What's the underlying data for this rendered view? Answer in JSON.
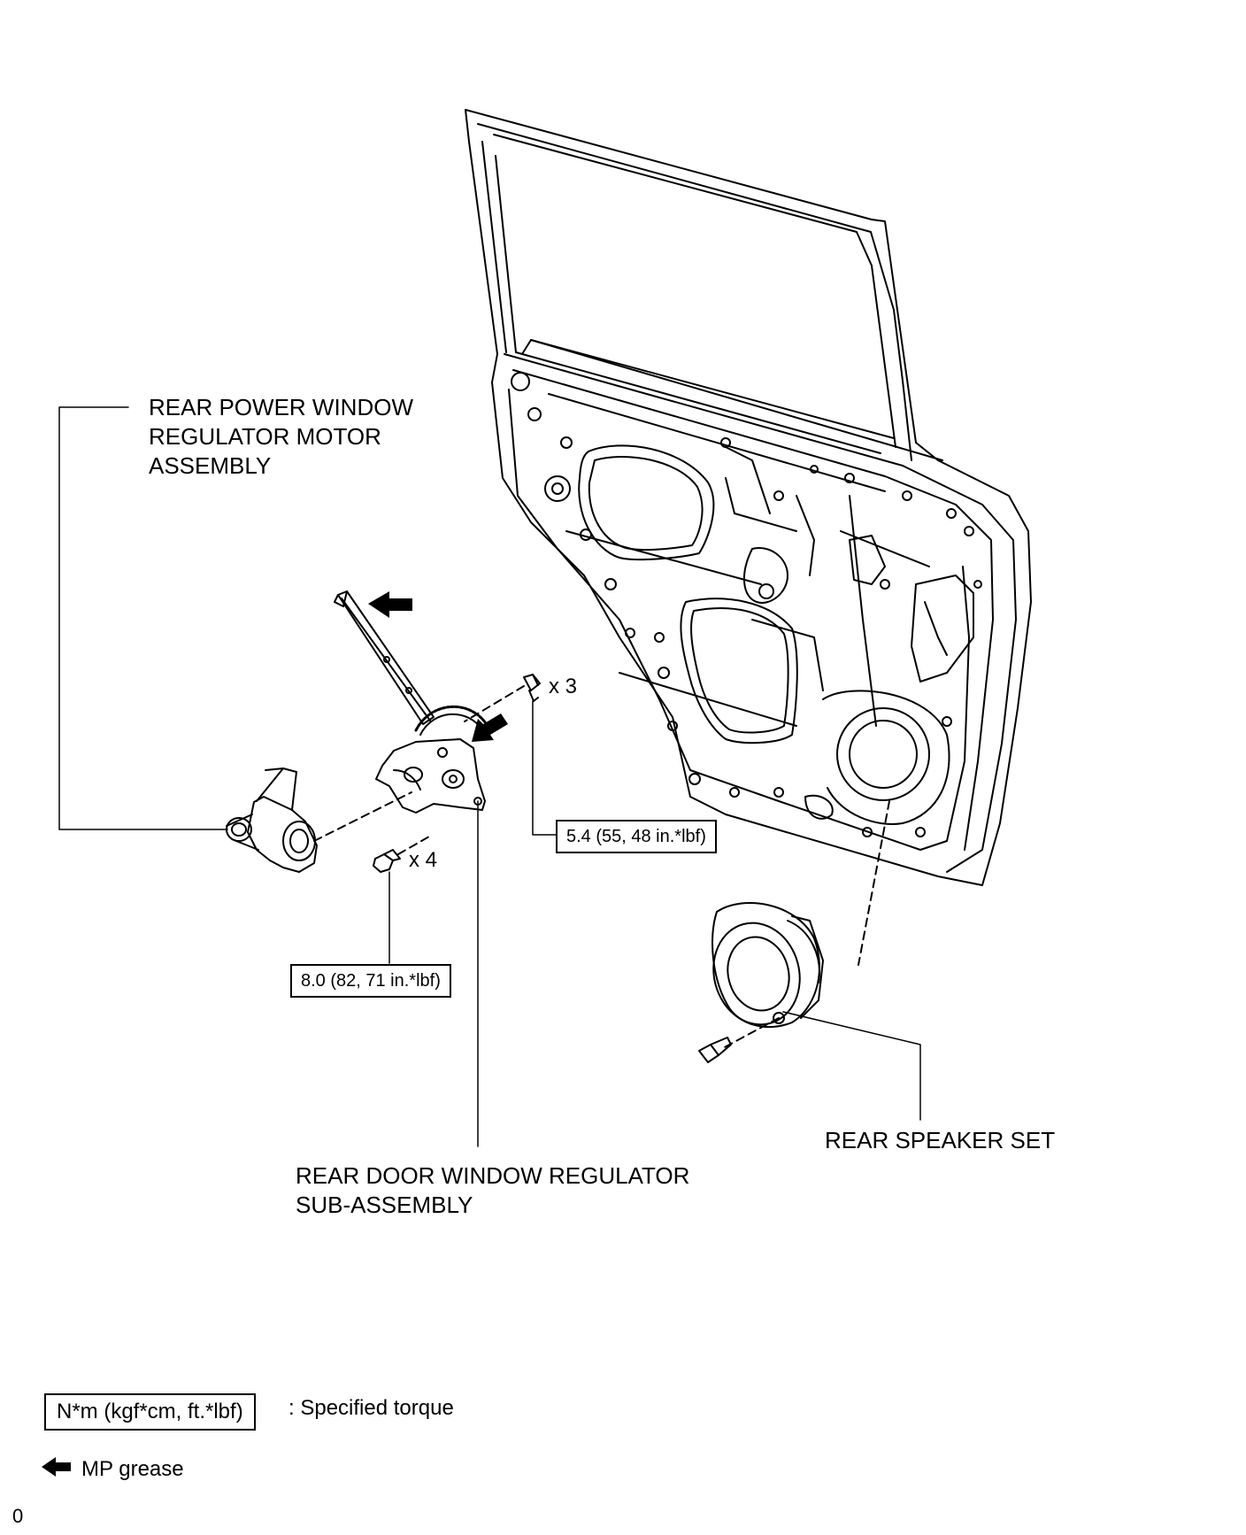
{
  "labels": {
    "motor_line1": "REAR POWER WINDOW",
    "motor_line2": "REGULATOR MOTOR",
    "motor_line3": "ASSEMBLY",
    "regulator_line1": "REAR DOOR WINDOW REGULATOR",
    "regulator_line2": "SUB-ASSEMBLY",
    "speaker": "REAR SPEAKER SET"
  },
  "torques": {
    "regulator_bolts": "5.4 (55, 48 in.*lbf)",
    "motor_bolts": "8.0 (82, 71 in.*lbf)"
  },
  "quantities": {
    "regulator_bolts": "x 3",
    "motor_bolts": "x 4"
  },
  "legend": {
    "torque_unit": "N*m (kgf*cm, ft.*lbf)",
    "torque_desc": ": Specified torque",
    "grease_desc": "MP grease"
  },
  "footer": {
    "code": "0"
  },
  "icons": {
    "grease": "grease-arrow-icon"
  }
}
